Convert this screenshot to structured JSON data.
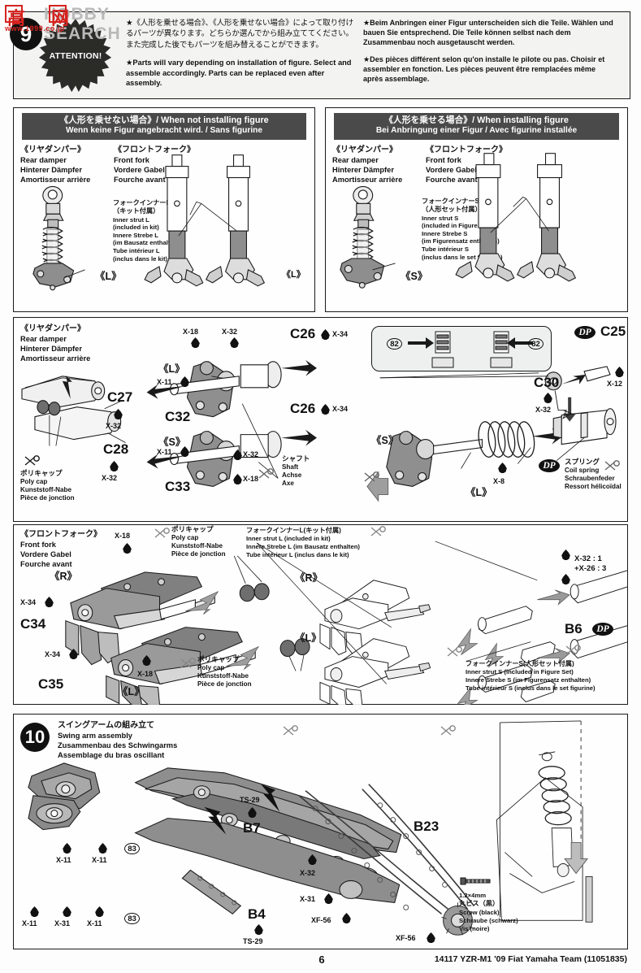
{
  "watermark": {
    "cjk1": "高",
    "cjk2": "网",
    "text": "HOBBY SEARCH",
    "sub": "www.1999.co.jp"
  },
  "attention": {
    "badge_label": "ATTENTION!",
    "jp_paragraph": "★《人形を乗せる場合》、《人形を乗せない場合》によって取り付けるパーツが異なります。どちらか選んでから組み立ててください。また完成した後でもパーツを組み替えることができます。",
    "en_paragraph": "★Parts will vary depending on installation of figure. Select and assemble accordingly. Parts can be replaced even after assembly.",
    "de_paragraph": "★Beim Anbringen einer Figur unterscheiden sich die Teile. Wählen und bauen Sie entsprechend. Die Teile können selbst nach dem Zusammenbau noch ausgetauscht werden.",
    "fr_paragraph": "★Des pièces différent selon qu'on installe le pilote ou pas. Choisir et assembler en fonction. Les pièces peuvent être remplacées même après assemblage."
  },
  "steps": {
    "step9_number": "9",
    "step10_number": "10",
    "step10_title_jp": "スイングアームの組み立て",
    "step10_title_en": "Swing arm assembly",
    "step10_title_de": "Zusammenbau des Schwingarms",
    "step10_title_fr": "Assemblage du bras oscillant"
  },
  "panels": {
    "no_figure": {
      "title_line1": "《人形を乗せない場合》/ When not installing figure",
      "title_line2": "Wenn keine Figur angebracht wird. / Sans figurine"
    },
    "with_figure": {
      "title_line1": "《人形を乗せる場合》/ When installing figure",
      "title_line2": "Bei Anbringung einer Figur / Avec figurine installée"
    }
  },
  "labels": {
    "rear_damper": {
      "jp": "《リヤダンパー》",
      "en": "Rear damper",
      "de": "Hinterer Dämpfer",
      "fr": "Amortisseur arrière"
    },
    "front_fork": {
      "jp": "《フロントフォーク》",
      "en": "Front fork",
      "de": "Vordere Gabel",
      "fr": "Fourche avant"
    },
    "inner_strut_L": {
      "jp1": "フォークインナーL",
      "jp2": "（キット付属）",
      "en": "Inner strut L",
      "en2": "(included in kit)",
      "de": "Innere Strebe L",
      "de2": "(im Bausatz enthalten)",
      "fr": "Tube intérieur L",
      "fr2": "(inclus dans le kit)"
    },
    "inner_strut_S": {
      "jp1": "フォークインナーS",
      "jp2": "（人形セット付属）",
      "en": "Inner strut S",
      "en2": "(included in Figure Set)",
      "de": "Innere Strebe S",
      "de2": "(im Figurensatz enthalten)",
      "fr": "Tube intérieur S",
      "fr2": "(inclus dans le set figurine)"
    },
    "inner_strut_L_inline": {
      "jp": "フォークインナーL(キット付属)",
      "en": "Inner strut L (included in kit)",
      "de": "Innere Strebe L (im Bausatz enthalten)",
      "fr": "Tube intérieur L (inclus dans le kit)"
    },
    "inner_strut_S_inline": {
      "jp": "フォークインナーS(人形セット付属)",
      "en": "Inner strut S (included in Figure Set)",
      "de": "Innere Strebe S (im Figurensatz enthalten)",
      "fr": "Tube intérieur S (inclus dans le set figurine)"
    },
    "poly_cap": {
      "jp": "ポリキャップ",
      "en": "Poly cap",
      "de": "Kunststoff-Nabe",
      "fr": "Pièce de jonction"
    },
    "shaft": {
      "jp": "シャフト",
      "en": "Shaft",
      "de": "Achse",
      "fr": "Axe"
    },
    "coil_spring": {
      "jp": "スプリング",
      "en": "Coil spring",
      "de": "Schraubenfeder",
      "fr": "Ressort hélicoïdal"
    },
    "screw_black": {
      "size": "1.2×4mm",
      "jp": "丸ビス（黒）",
      "en": "Screw (black)",
      "de": "Schraube (schwarz)",
      "fr": "Vis (noire)"
    }
  },
  "marks": {
    "L": "《L》",
    "S": "《S》",
    "R": "《R》",
    "dp": "DP",
    "ref82": "82",
    "ref83": "83"
  },
  "parts": {
    "C25": "C25",
    "C26": "C26",
    "C27": "C27",
    "C28": "C28",
    "C30": "C30",
    "C32": "C32",
    "C33": "C33",
    "C34": "C34",
    "C35": "C35",
    "B4": "B4",
    "B6": "B6",
    "B7": "B7",
    "B23": "B23"
  },
  "paints": {
    "X8": "X-8",
    "X11": "X-11",
    "X12": "X-12",
    "X18": "X-18",
    "X31": "X-31",
    "X32": "X-32",
    "X34": "X-34",
    "TS29": "TS-29",
    "XF56": "XF-56",
    "mix_line1": "X-32 : 1",
    "mix_line2": "+X-26 : 3"
  },
  "footer": {
    "page": "6",
    "kit": "14117  YZR-M1 '09 Fiat Yamaha Team (11051835)"
  }
}
